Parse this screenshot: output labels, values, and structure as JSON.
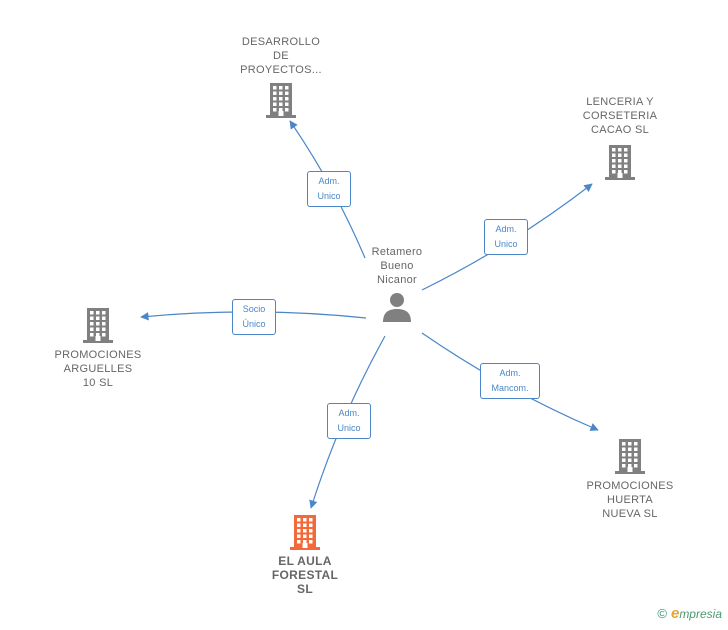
{
  "diagram": {
    "center": {
      "label": "Retamero\nBueno\nNicanor",
      "icon": "person-icon"
    },
    "companies": [
      {
        "id": "desarrollo",
        "label": "DESARROLLO\nDE\nPROYECTOS...",
        "icon": "building-icon",
        "color": "#808080"
      },
      {
        "id": "lenceria",
        "label": "LENCERIA Y\nCORSETERIA\nCACAO SL",
        "icon": "building-icon",
        "color": "#808080"
      },
      {
        "id": "arguelles",
        "label": "PROMOCIONES\nARGUELLES\n10 SL",
        "icon": "building-icon",
        "color": "#808080"
      },
      {
        "id": "huerta",
        "label": "PROMOCIONES\nHUERTA\nNUEVA  SL",
        "icon": "building-icon",
        "color": "#808080"
      },
      {
        "id": "aula",
        "label": "EL AULA\nFORESTAL\nSL",
        "icon": "building-icon",
        "color": "#f26a3a",
        "highlight": true
      }
    ],
    "relations": [
      {
        "to": "desarrollo",
        "label": "Adm.\nUnico"
      },
      {
        "to": "lenceria",
        "label": "Adm.\nUnico"
      },
      {
        "to": "arguelles",
        "label": "Socio\nÚnico"
      },
      {
        "to": "huerta",
        "label": "Adm.\nMancom."
      },
      {
        "to": "aula",
        "label": "Adm.\nUnico"
      }
    ],
    "edge_color": "#4a86c8"
  },
  "footer": {
    "copyright_symbol": "©",
    "brand_first": "e",
    "brand_rest": "mpresia"
  }
}
